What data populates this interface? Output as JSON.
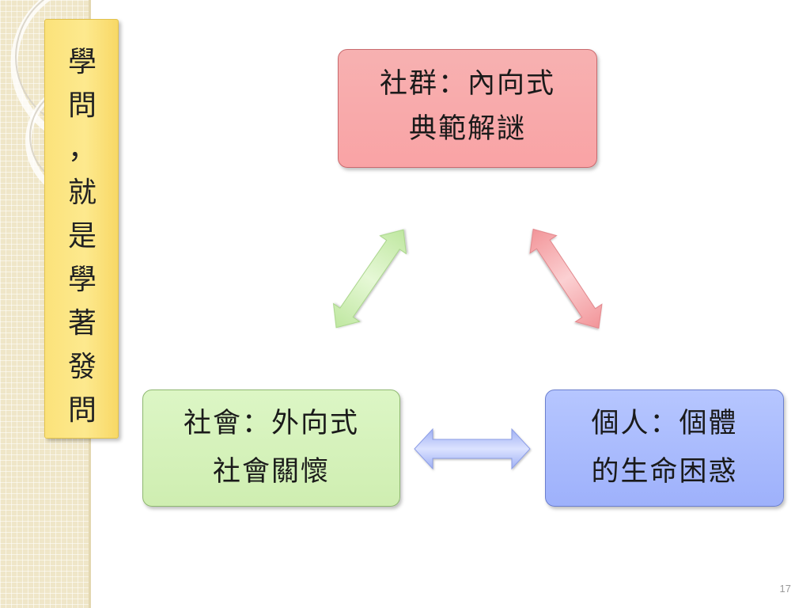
{
  "sidebar": {
    "title_chars": [
      "學",
      "問",
      "，",
      "就",
      "是",
      "學",
      "著",
      "發",
      "問"
    ]
  },
  "diagram": {
    "nodes": {
      "community": {
        "line1": "社群：內向式",
        "line2": "典範解謎"
      },
      "society": {
        "line1": "社會：外向式",
        "line2": "社會關懷"
      },
      "individual": {
        "line1": "個人：個體",
        "line2": "的生命困惑"
      }
    }
  },
  "colors": {
    "community": "#f9a8aa",
    "society": "#d4f2bb",
    "individual": "#a9bbfd",
    "title_box": "#fce57f",
    "arrow_green": "#c9ecac",
    "arrow_red": "#f5a3a6",
    "arrow_blue": "#aeb9f7"
  },
  "footer": {
    "page_number": "17"
  }
}
